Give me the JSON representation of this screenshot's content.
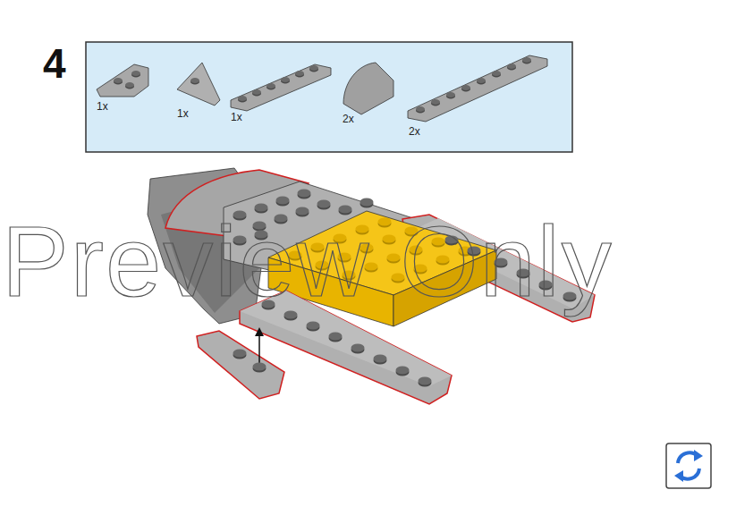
{
  "diagram": {
    "labels": [
      "4",
      "1x",
      "1x",
      "1x",
      "2x",
      "2x",
      "Preview Only"
    ]
  }
}
